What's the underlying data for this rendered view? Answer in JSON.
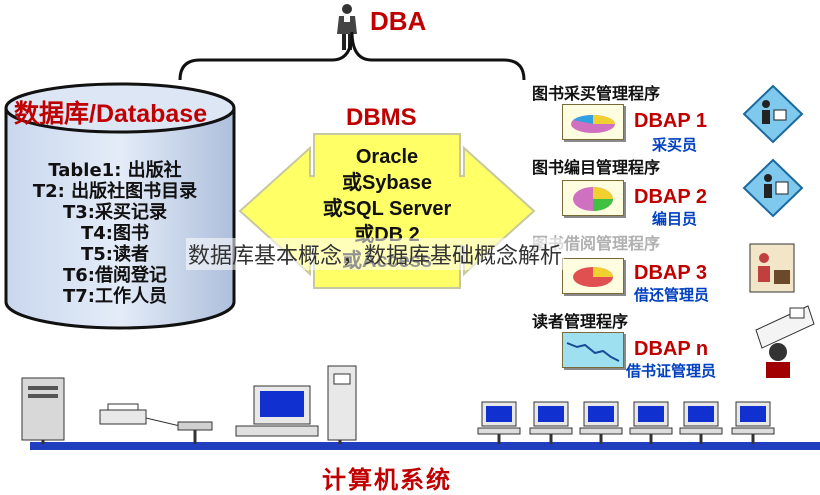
{
  "dba": {
    "label": "DBA"
  },
  "database": {
    "title": "数据库/Database",
    "tables": [
      "Table1: 出版社",
      "T2: 出版社图书目录",
      "T3:采买记录",
      "T4:图书",
      "T5:读者",
      "T6:借阅登记",
      "T7:工作人员"
    ]
  },
  "dbms": {
    "title": "DBMS",
    "lines": [
      "Oracle",
      "或Sybase",
      "或SQL Server",
      "或DB 2",
      "或Access"
    ]
  },
  "apps": [
    {
      "program": "图书采买管理程序",
      "name": "DBAP 1",
      "role": "采买员"
    },
    {
      "program": "图书编目管理程序",
      "name": "DBAP 2",
      "role": "编目员"
    },
    {
      "program": "图书借阅管理程序",
      "name": "DBAP 3",
      "role": "借还管理员"
    },
    {
      "program": "读者管理程序",
      "name": "DBAP n",
      "role": "借书证管理员"
    }
  ],
  "footer": {
    "label": "计算机系统"
  },
  "overlay": {
    "caption": "数据库基本概念，数据库基础概念解析"
  },
  "colors": {
    "accent_red": "#c00000",
    "role_blue": "#0040c0",
    "arrow_yellow": "#ffff66",
    "network_blue": "#1f3fbf"
  }
}
